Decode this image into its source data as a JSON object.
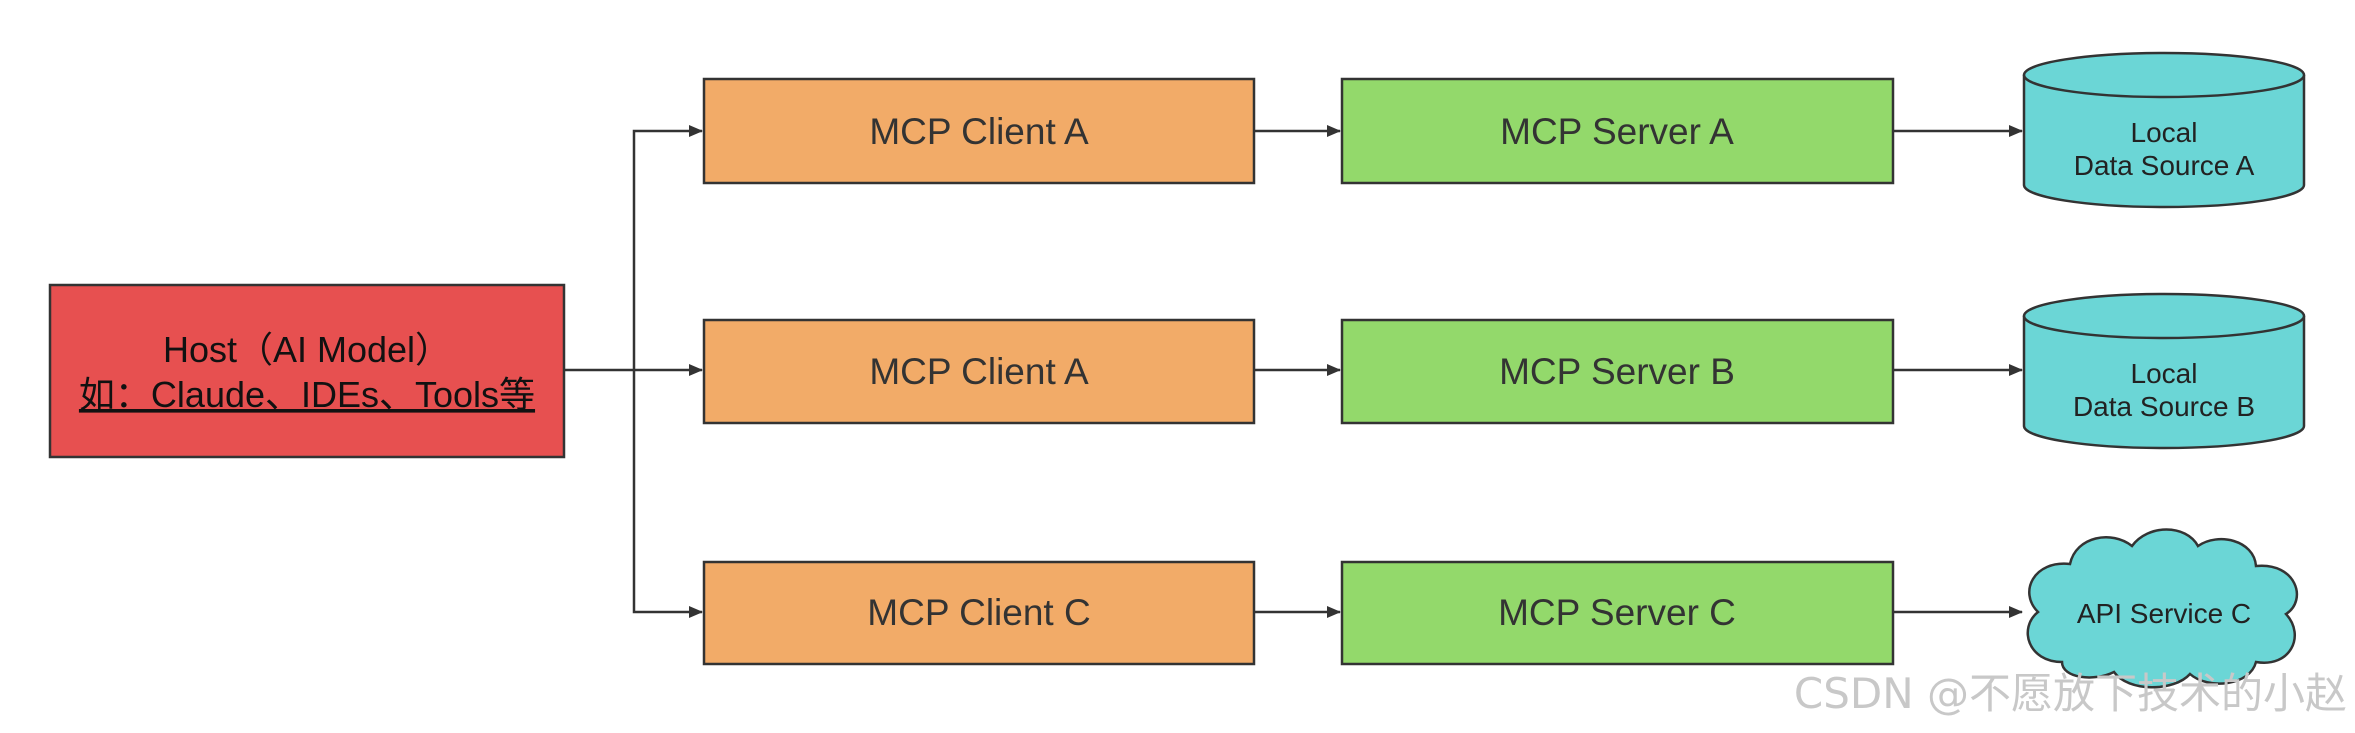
{
  "host": {
    "line1": "Host（AI Model）",
    "line2": "如：Claude、IDEs、Tools等"
  },
  "clients": [
    {
      "label": "MCP Client A"
    },
    {
      "label": "MCP Client A"
    },
    {
      "label": "MCP Client C"
    }
  ],
  "servers": [
    {
      "label": "MCP Server A"
    },
    {
      "label": "MCP Server B"
    },
    {
      "label": "MCP Server C"
    }
  ],
  "sources": [
    {
      "line1": "Local",
      "line2": "Data Source A"
    },
    {
      "line1": "Local",
      "line2": "Data Source B"
    },
    {
      "line1": "API Service C"
    }
  ],
  "watermark": "CSDN @不愿放下技术的小赵",
  "colors": {
    "host": "#e75050",
    "client": "#f2ab68",
    "server": "#93d96b",
    "source": "#6bd6d6",
    "stroke": "#333333"
  }
}
